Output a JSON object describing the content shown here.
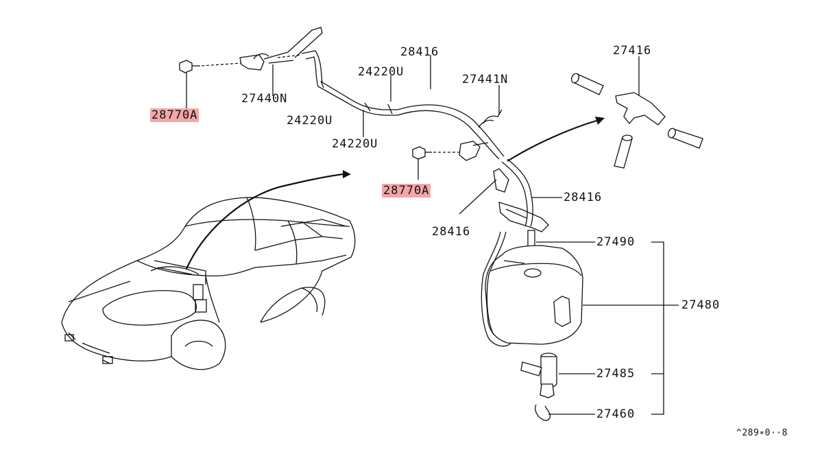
{
  "labels": {
    "bolt_left": "28770A",
    "bolt_center": "28770A",
    "nozzle_left": "27440N",
    "nozzle_right": "27441N",
    "clip_a": "24220U",
    "clip_b": "24220U",
    "clip_c": "24220U",
    "hose_top": "28416",
    "hose_mid": "28416",
    "hose_lower": "28416",
    "joint": "27416",
    "tank_cap": "27490",
    "tank": "27480",
    "pump": "27485",
    "seal": "27460"
  },
  "footer_code": "^289∗0··8"
}
